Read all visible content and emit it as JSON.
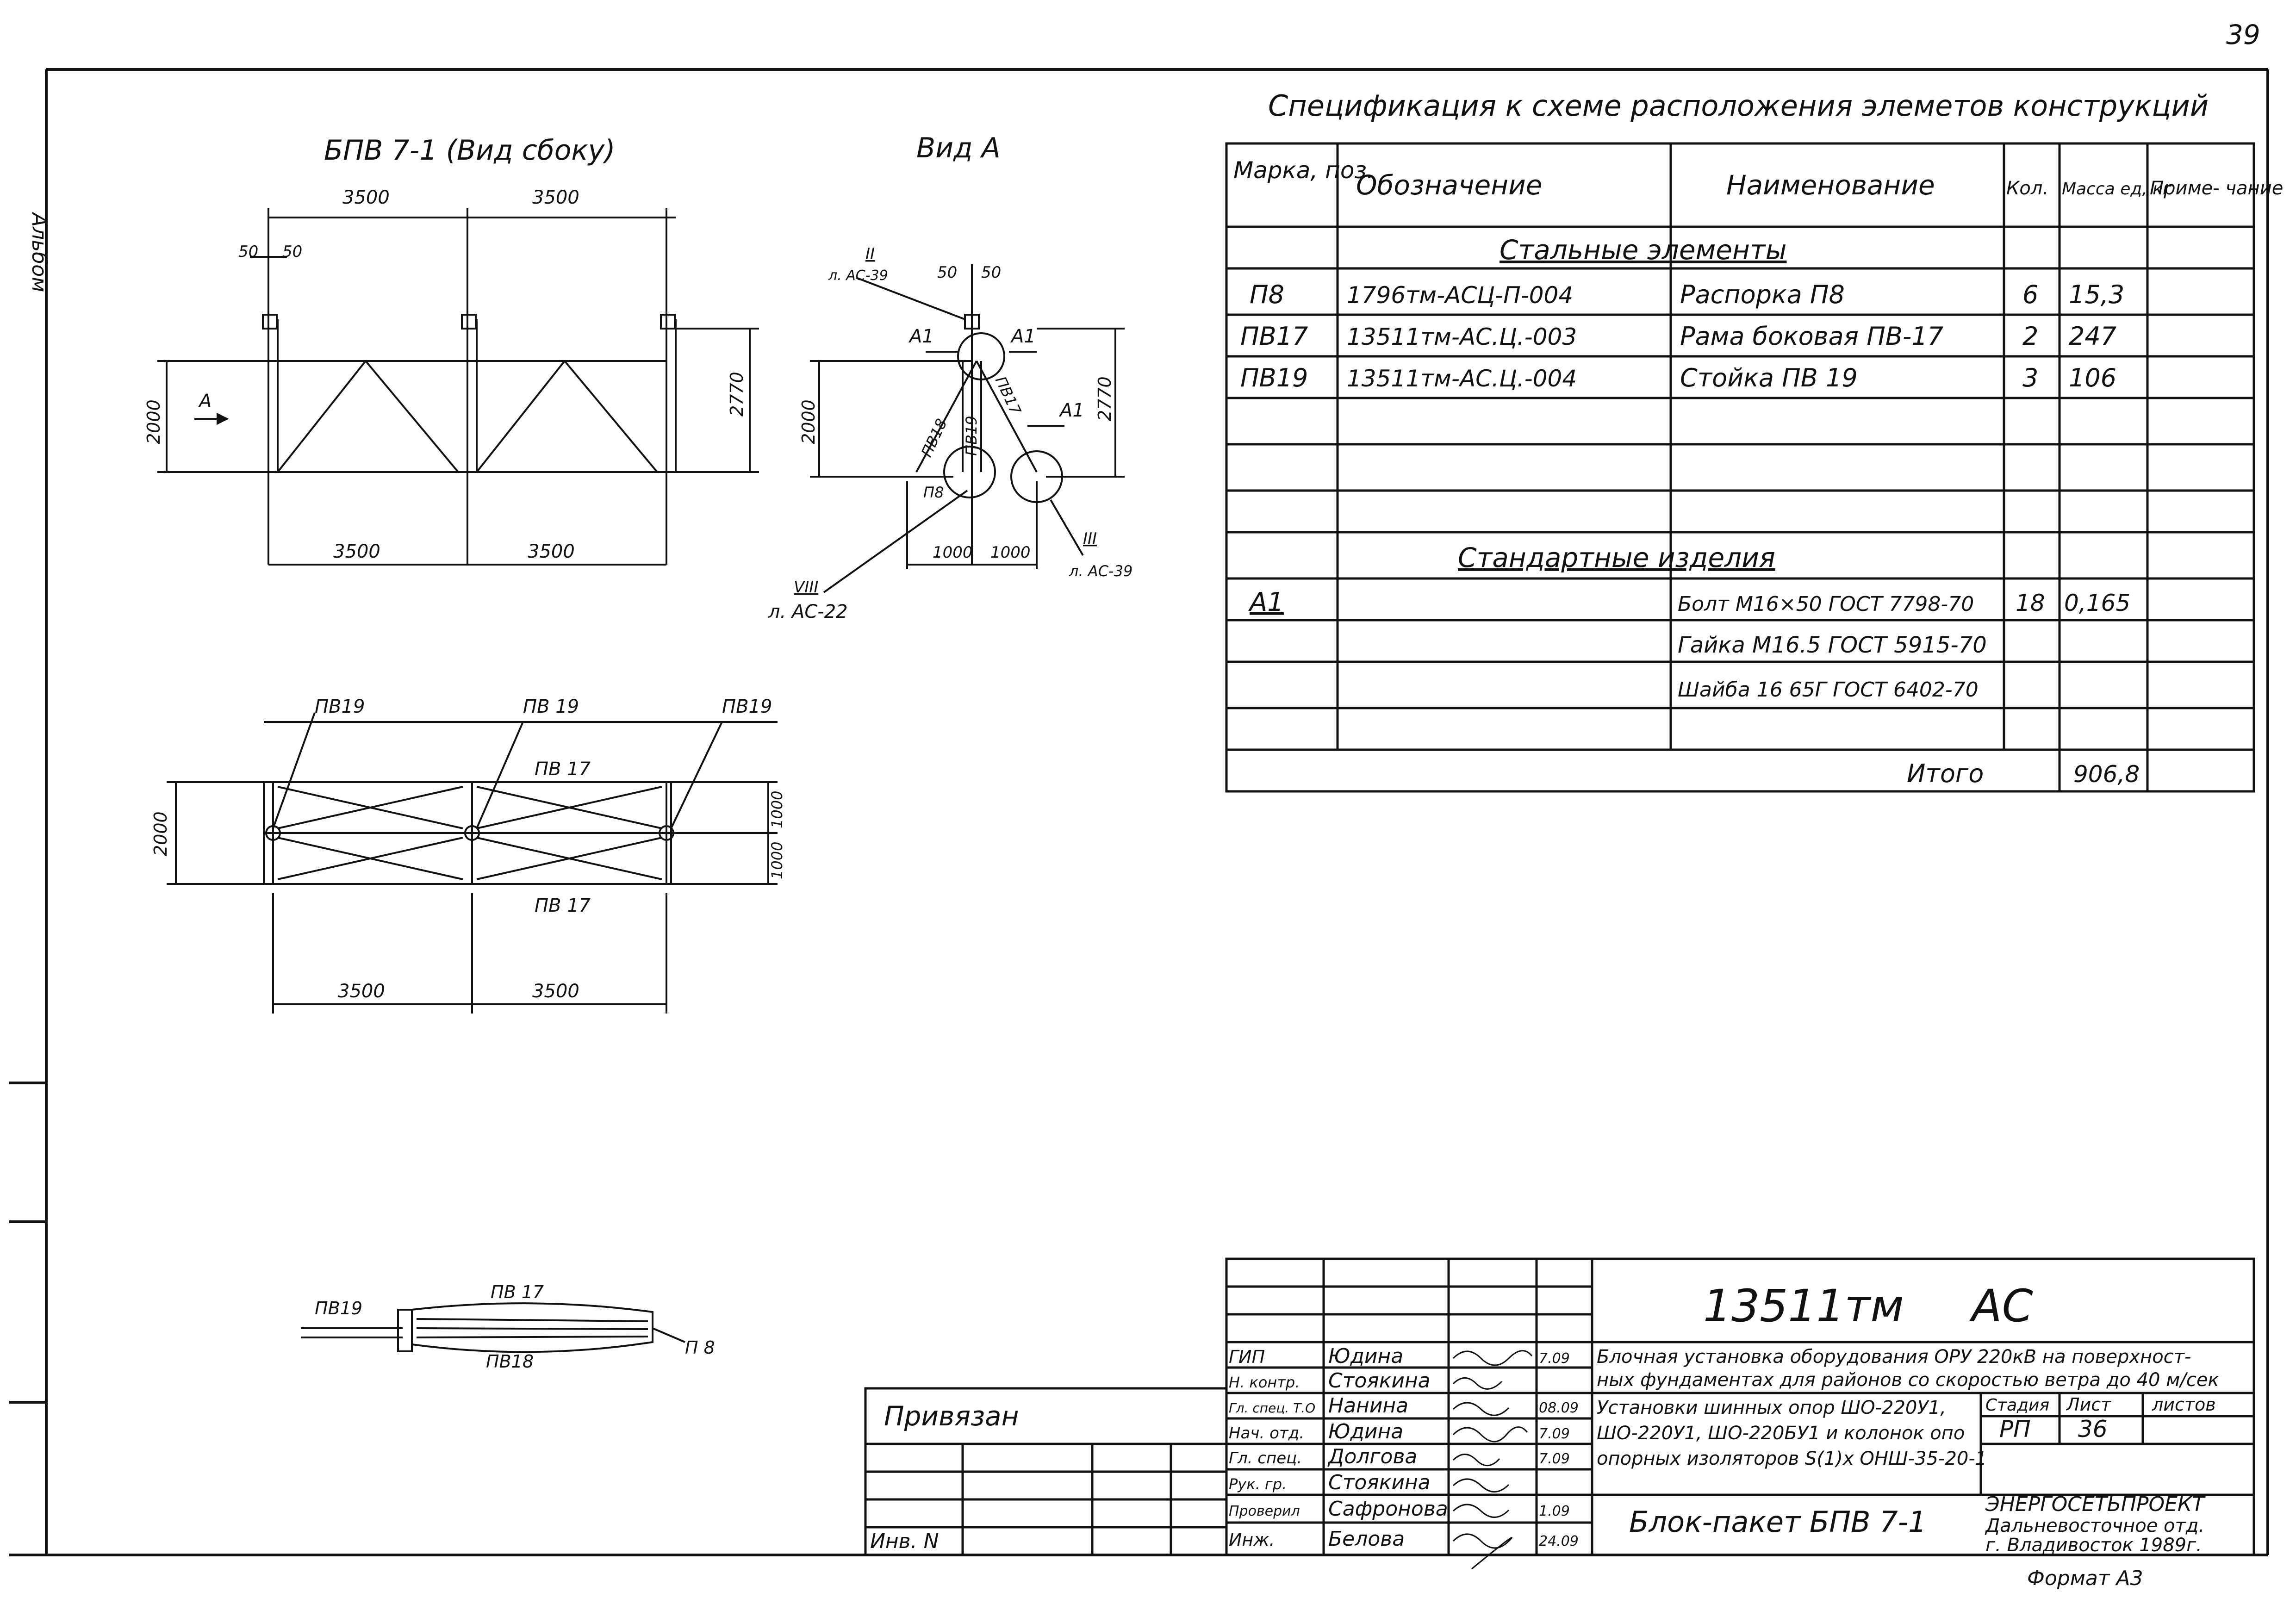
{
  "page_number": "39",
  "margin_text": "Альбом",
  "side_view": {
    "title": "БПВ 7-1 (Вид сбоку)",
    "top_dims": [
      "3500",
      "3500"
    ],
    "bottom_dims": [
      "3500",
      "3500"
    ],
    "post_dims": [
      "50",
      "50"
    ],
    "height_left": "2000",
    "height_right": "2770",
    "view_arrow": "А"
  },
  "view_a": {
    "title": "Вид А",
    "dims_top": [
      "50",
      "50"
    ],
    "height_left": "2000",
    "height_right": "2770",
    "bottom_dims": [
      "1000",
      "1000"
    ],
    "labels": {
      "a1_left": "А1",
      "a1_top": "А1",
      "a1_right": "А1",
      "pv18": "ПВ18",
      "pv19": "ПВ19",
      "pv17": "ПВ17",
      "pv8": "П8"
    },
    "callouts": [
      {
        "num": "II",
        "ref": "л. АС-39"
      },
      {
        "num": "III",
        "ref": "л. АС-39"
      },
      {
        "num": "VIII",
        "ref": "л. АС-22"
      }
    ]
  },
  "plan_view": {
    "posts": [
      "ПВ19",
      "ПВ 19",
      "ПВ19"
    ],
    "top_frame": "ПВ 17",
    "bottom_frame": "ПВ 17",
    "height_left": "2000",
    "height_right_top": "1000",
    "height_right_bottom": "1000",
    "bottom_dims": [
      "3500",
      "3500"
    ]
  },
  "detail": {
    "labels": [
      "ПВ19",
      "ПВ 17",
      "ПВ18",
      "П 8"
    ]
  },
  "spec": {
    "title": "Спецификация к схеме расположения элеметов конструкций",
    "headers": [
      "Марка, поз.",
      "Обозначение",
      "Наименование",
      "Кол.",
      "Масса ед, кг",
      "Приме- чание"
    ],
    "section1": "Стальные элементы",
    "rows1": [
      [
        "П8",
        "1796тм-АСЦ-П-004",
        "Распорка П8",
        "6",
        "15,3",
        ""
      ],
      [
        "ПВ17",
        "13511тм-АС.Ц.-003",
        "Рама боковая ПВ-17",
        "2",
        "247",
        ""
      ],
      [
        "ПВ19",
        "13511тм-АС.Ц.-004",
        "Стойка ПВ 19",
        "3",
        "106",
        ""
      ]
    ],
    "section2": "Стандартные изделия",
    "rows2": [
      [
        "А1",
        "",
        "Болт М16×50 ГОСТ 7798-70",
        "18",
        "0,165",
        ""
      ],
      [
        "",
        "",
        "Гайка М16.5 ГОСТ 5915-70",
        "",
        "",
        ""
      ],
      [
        "",
        "",
        "Шайба 16 65Г ГОСТ 6402-70",
        "",
        "",
        ""
      ]
    ],
    "total_label": "Итого",
    "total_value": "906,8"
  },
  "binding_box": {
    "title": "Привязан",
    "inv": "Инв. N"
  },
  "title_block": {
    "code": "13511тм",
    "sheet_code": "АС",
    "project_desc_1": "Блочная установка оборудования ОРУ 220кВ на поверхност-",
    "project_desc_2": "ных фундаментах для районов со скоростью ветра до 40 м/сек",
    "sheet_desc_1": "Установки шинных опор ШО-220У1,",
    "sheet_desc_2": "ШО-220У1, ШО-220БУ1 и колонок опо",
    "sheet_desc_3": "опорных изоляторов S(1)х ОНШ-35-20-1",
    "block_name": "Блок-пакет БПВ 7-1",
    "stage_label": "Стадия",
    "list_label": "Лист",
    "lists_label": "листов",
    "stage": "РП",
    "sheet": "36",
    "org_1": "ЭНЕРГОСЕТЬПРОЕКТ",
    "org_2": "Дальневосточное отд.",
    "org_3": "г. Владивосток 1989г.",
    "format": "Формат А3",
    "staff": [
      {
        "role": "ГИП",
        "name": "Юдина",
        "date": "7.09"
      },
      {
        "role": "Н. контр.",
        "name": "Стоякина",
        "date": ""
      },
      {
        "role": "Гл. спец. Т.О",
        "name": "Нанина",
        "date": "08.09"
      },
      {
        "role": "Нач. отд.",
        "name": "Юдина",
        "date": "7.09"
      },
      {
        "role": "Гл. спец.",
        "name": "Долгова",
        "date": "7.09"
      },
      {
        "role": "Рук. гр.",
        "name": "Стоякина",
        "date": ""
      },
      {
        "role": "Проверил",
        "name": "Сафронова",
        "date": "1.09"
      },
      {
        "role": "Инж.",
        "name": "Белова",
        "date": "24.09"
      }
    ]
  }
}
